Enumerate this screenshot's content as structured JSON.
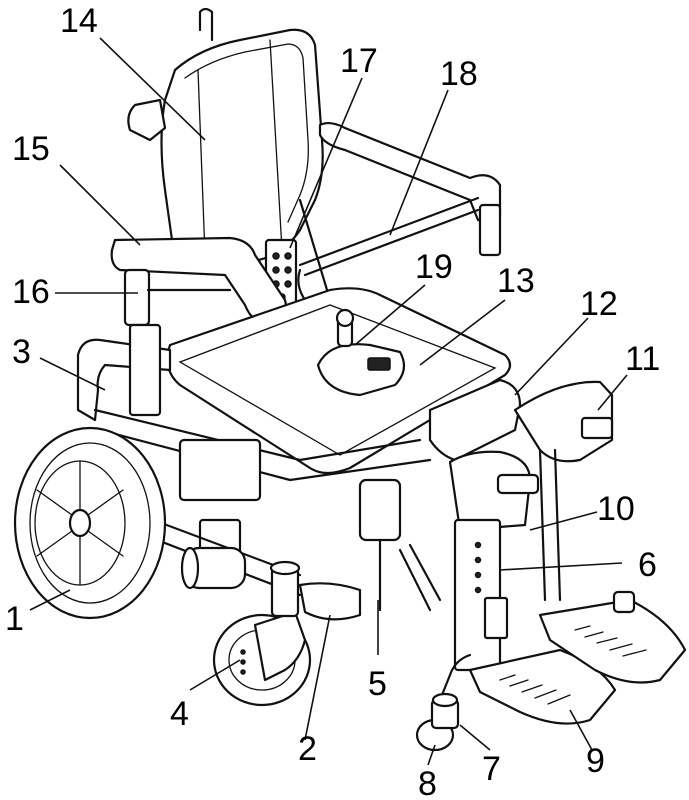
{
  "callouts": [
    {
      "label": "14"
    },
    {
      "label": "17"
    },
    {
      "label": "18"
    },
    {
      "label": "15"
    },
    {
      "label": "16"
    },
    {
      "label": "19"
    },
    {
      "label": "13"
    },
    {
      "label": "12"
    },
    {
      "label": "3"
    },
    {
      "label": "11"
    },
    {
      "label": "10"
    },
    {
      "label": "6"
    },
    {
      "label": "1"
    },
    {
      "label": "5"
    },
    {
      "label": "4"
    },
    {
      "label": "2"
    },
    {
      "label": "9"
    },
    {
      "label": "7"
    },
    {
      "label": "8"
    }
  ]
}
